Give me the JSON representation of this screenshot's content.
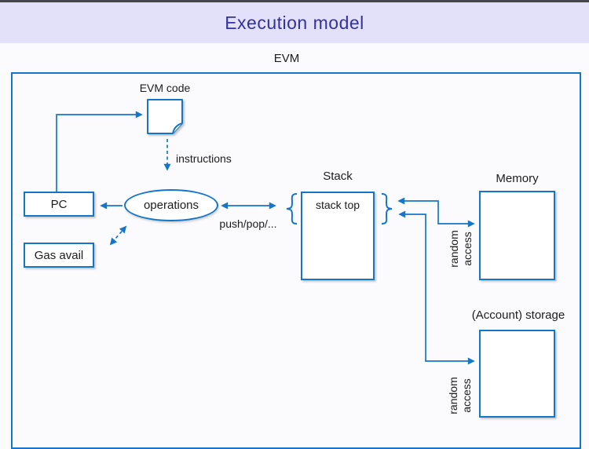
{
  "title": "Execution model",
  "evm": {
    "label": "EVM",
    "code": {
      "label": "EVM code"
    },
    "instructions_label": "instructions",
    "pc_label": "PC",
    "gas_label": "Gas avail",
    "operations_label": "operations",
    "push_pop_label": "push/pop/...",
    "stack": {
      "title": "Stack",
      "top_label": "stack top"
    },
    "memory": {
      "title": "Memory",
      "access_lines": [
        "random",
        "access"
      ]
    },
    "storage": {
      "title": "(Account) storage",
      "access_lines": [
        "random",
        "access"
      ]
    }
  },
  "colors": {
    "accent": "#1576c8",
    "title_text": "#32329e",
    "title_bg": "#e3e1f9",
    "topbar_bg": "#46464e",
    "page_bg": "#fbfbfe",
    "node_bg": "#ffffff",
    "node_text": "#1c1c1c"
  }
}
